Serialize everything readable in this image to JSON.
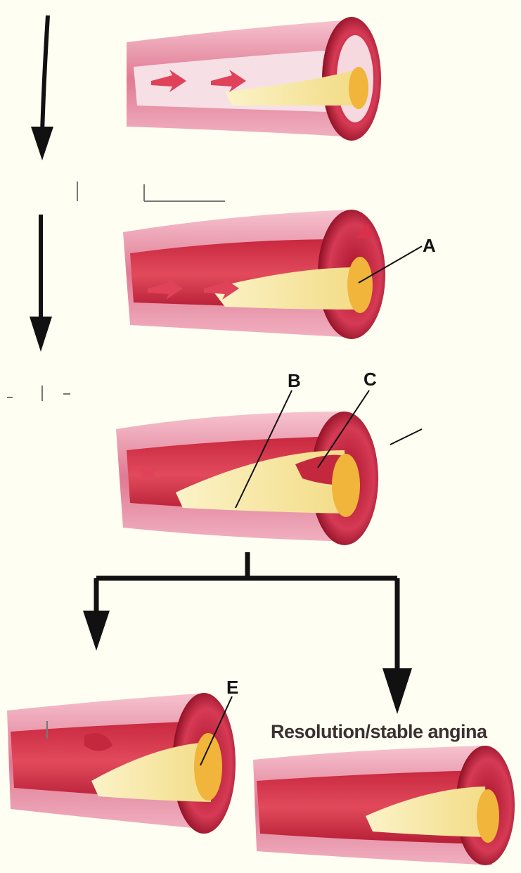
{
  "labels": {
    "a": "A",
    "b": "B",
    "c": "C",
    "e": "E"
  },
  "caption": "Resolution/stable angina",
  "colors": {
    "background": "#fffef2",
    "wall": "#d9607a",
    "wall_light": "#f3b9c6",
    "lumen": "#b8213a",
    "plaque": "#f4e9a6",
    "plaque_core": "#f0b53a",
    "arrow": "#111111"
  }
}
